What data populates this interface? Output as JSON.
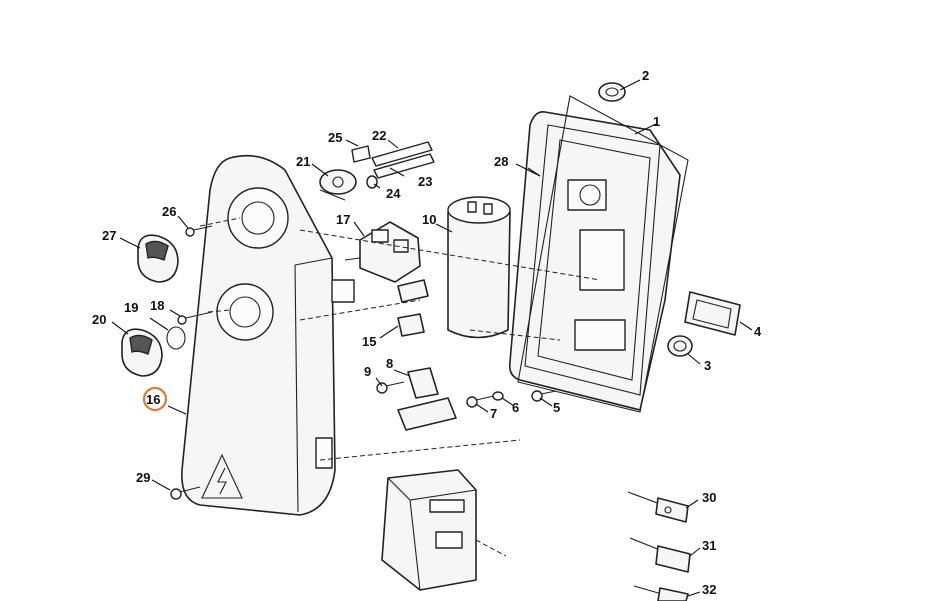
{
  "callouts": {
    "c1": "1",
    "c2": "2",
    "c3": "3",
    "c4": "4",
    "c5": "5",
    "c6": "6",
    "c7": "7",
    "c8": "8",
    "c9": "9",
    "c10": "10",
    "c15": "15",
    "c16": "16",
    "c17": "17",
    "c18": "18",
    "c19": "19",
    "c20": "20",
    "c21": "21",
    "c22": "22",
    "c23": "23",
    "c24": "24",
    "c25": "25",
    "c26": "26",
    "c27": "27",
    "c28": "28",
    "c29": "29",
    "c30": "30",
    "c31": "31",
    "c32": "32"
  },
  "highlight": {
    "part": "16",
    "color": "#e07a2e"
  }
}
